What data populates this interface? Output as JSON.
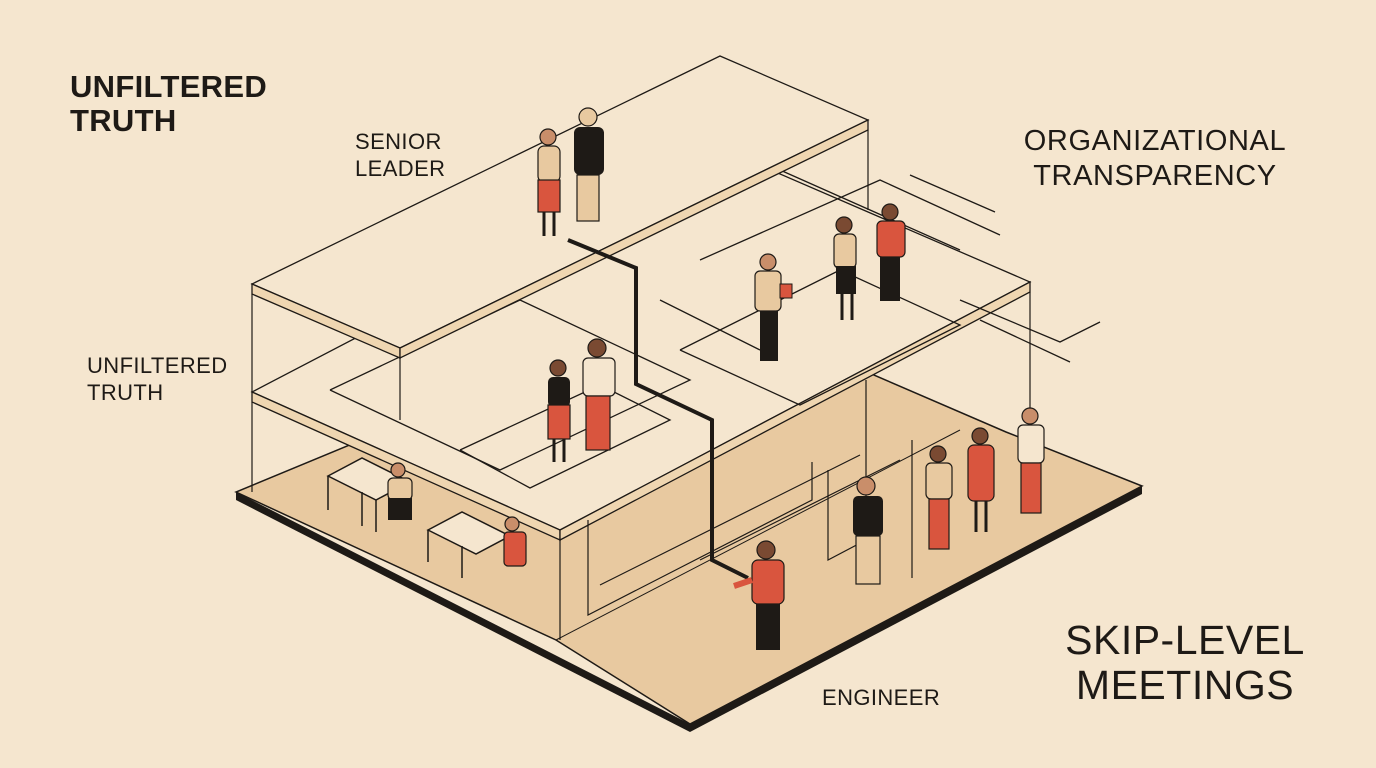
{
  "labels": {
    "top_left": {
      "line1": "UNFILTERED",
      "line2": "TRUTH"
    },
    "senior_leader": {
      "line1": "SENIOR",
      "line2": "LEADER"
    },
    "organizational": {
      "line1": "ORGANIZATIONAL",
      "line2": "TRANSPARENCY"
    },
    "mid_left": {
      "line1": "UNFILTERED",
      "line2": "TRUTH"
    },
    "skip_level": {
      "line1": "SKIP-LEVEL",
      "line2": "MEETINGS"
    },
    "engineer": "ENGINEER"
  },
  "colors": {
    "background": "#f5e6cf",
    "floor": "#e8c9a0",
    "slab": "#efd6b1",
    "ink": "#1e1a16",
    "accent": "#d9553e",
    "skin": "#c98e6a"
  }
}
